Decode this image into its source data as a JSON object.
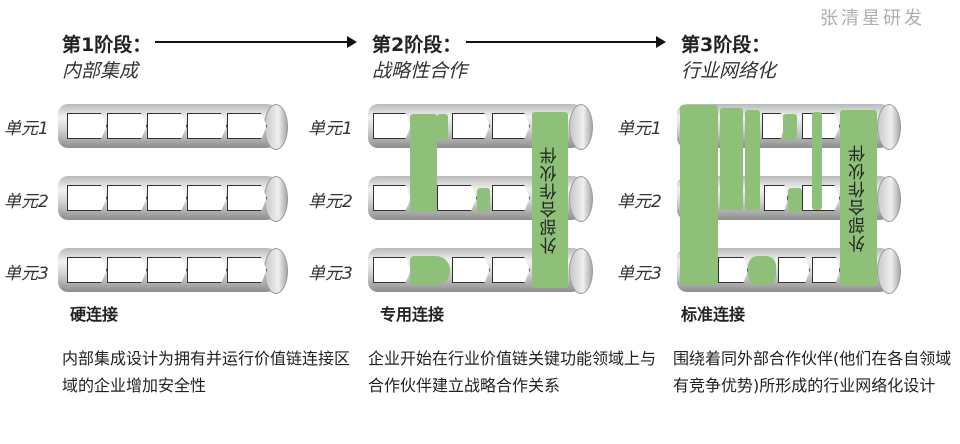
{
  "stages": [
    {
      "title": "第1阶段：",
      "subtitle": "内部集成",
      "link": "硬连接",
      "description": "内部集成设计为拥有并运行价值链连接区域的企业增加安全性"
    },
    {
      "title": "第2阶段：",
      "subtitle": "战略性合作",
      "link": "专用连接",
      "description": "企业开始在行业价值链关键功能领域上与合作伙伴建立战略合作关系"
    },
    {
      "title": "第3阶段：",
      "subtitle": "行业网络化",
      "link": "标准连接",
      "description": "围绕着同外部合作伙伴(他们在各自领域有竞争优势)所形成的行业网络化设计"
    }
  ],
  "units": [
    "单元1",
    "单元2",
    "单元3"
  ],
  "partner_label": "外部合作伙伴",
  "watermark": "张清星研发",
  "colors": {
    "green": "#8fc079",
    "cylinder": "#c8c8c8"
  }
}
